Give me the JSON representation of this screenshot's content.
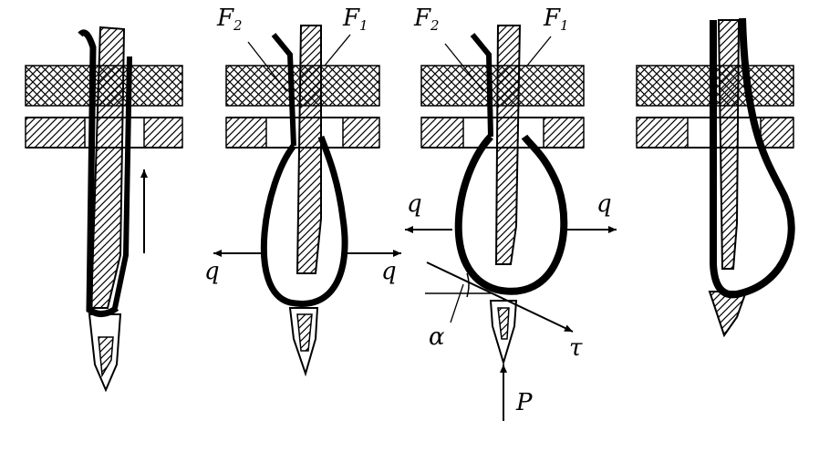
{
  "figure": {
    "panel2": {
      "f2_base": "F",
      "f2_sub": "2",
      "f1_base": "F",
      "f1_sub": "1",
      "q_left": "q",
      "q_right": "q"
    },
    "panel3": {
      "f2_base": "F",
      "f2_sub": "2",
      "f1_base": "F",
      "f1_sub": "1",
      "q_left": "q",
      "q_right": "q",
      "alpha": "α",
      "tau": "τ",
      "p": "P"
    }
  },
  "colors": {
    "ink": "#000000",
    "paper": "#ffffff"
  }
}
